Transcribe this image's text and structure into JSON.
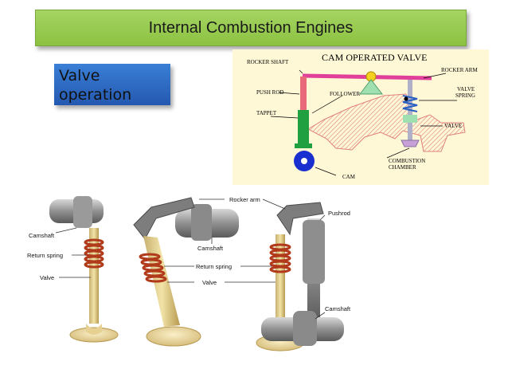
{
  "title": "Internal Combustion Engines",
  "valve_box": {
    "line1": "Valve",
    "line2": "operation"
  },
  "cam_diagram": {
    "heading": "CAM OPERATED VALVE",
    "labels": {
      "rocker_shaft": "ROCKER SHAFT",
      "rocker_arm": "ROCKER ARM",
      "push_rod": "PUSH ROD",
      "follower": "FOLLOWER",
      "valve_spring_1": "VALVE",
      "valve_spring_2": "SPRING",
      "tappet": "TAPPET",
      "valve": "VALVE",
      "combustion_1": "COMBUSTION",
      "combustion_2": "CHAMBER",
      "cam": "CAM"
    }
  },
  "illustration": {
    "labels": {
      "rocker_arm": "Rocker arm",
      "pushrod": "Pushrod",
      "camshaft_left": "Camshaft",
      "return_spring_left": "Return spring",
      "valve_left": "Valve",
      "camshaft_mid": "Camshaft",
      "return_spring_mid": "Return spring",
      "valve_mid": "Valve",
      "camshaft_right": "Camshaft"
    }
  },
  "colors": {
    "banner": "#8cc241",
    "valve_box": "#2a66c0",
    "diagram_bg": "#fff8d6",
    "rocker": "#e0409a",
    "pushrod": "#e86a7a",
    "tappet": "#20a040",
    "cam": "#1a2fd0",
    "valve_spring": "#2a60c0",
    "chamber_hatch": "#e08080"
  }
}
